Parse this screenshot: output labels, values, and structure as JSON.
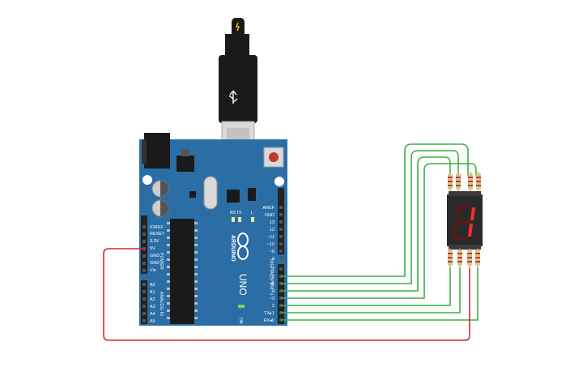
{
  "board": {
    "brand": "ARDUINO",
    "model": "UNO",
    "on_label": "ON",
    "power_group": "POWER",
    "analog_group": "ANALOG IN",
    "digital_group": "DIGITAL (PWM ~)",
    "l_label": "L",
    "tx_label": "TX",
    "rx_label": "RX",
    "power_pins": [
      "IOREF",
      "RESET",
      "3.3V",
      "5V",
      "GND",
      "GND",
      "Vin"
    ],
    "analog_pins": [
      "A0",
      "A1",
      "A2",
      "A3",
      "A4",
      "A5"
    ],
    "digital_pins_top": [
      "AREF",
      "GND",
      "13",
      "12",
      "~11",
      "~10",
      "~9",
      "8"
    ],
    "digital_pins_bottom": [
      "7",
      "~6",
      "~5",
      "4",
      "~3",
      "2",
      "TX▸1",
      "RX◂0"
    ]
  },
  "display": {
    "shown_digit": "1"
  },
  "colors": {
    "board": "#2b6ea5",
    "board_dark": "#1f5580",
    "header": "#222222",
    "wire_green": "#3cb043",
    "wire_red": "#d62828",
    "segment_on": "#ff2a2a",
    "segment_off": "#5a1a1a",
    "display_body": "#2a2a2a",
    "resistor_body": "#e3c08a"
  }
}
